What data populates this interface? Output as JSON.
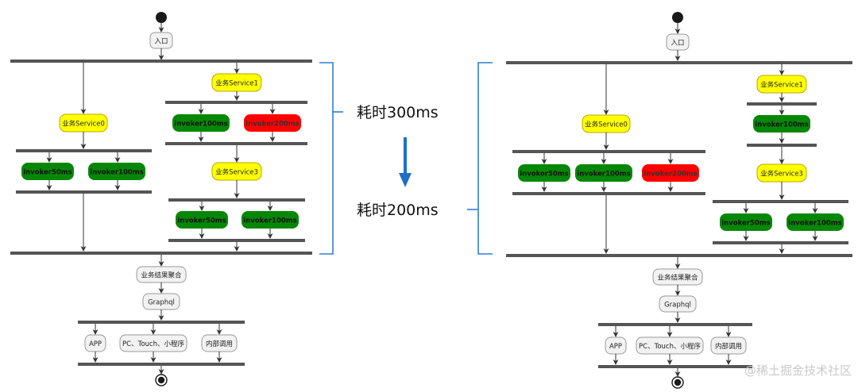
{
  "colors": {
    "start_node": "#1a1a1a",
    "gray_node_fill": "#f2f2f2",
    "gray_node_stroke": "#9a9a9a",
    "yellow_node_fill": "#ffff00",
    "yellow_node_stroke": "#b8a800",
    "green_node_fill": "#078707",
    "red_node_fill": "#ff0000",
    "fork_bar": "#555555",
    "bracket": "#2f7fd0",
    "arrow": "#1f6fc8"
  },
  "left": {
    "entry": "入口",
    "service0": "业务Service0",
    "service1": "业务Service1",
    "service3": "业务Service3",
    "s0_invoker_a": "invoker50ms",
    "s0_invoker_b": "invoker100ms",
    "s1_invoker_a": "invoker100ms",
    "s1_invoker_b": "invoker200ms",
    "s3_invoker_a": "invoker50ms",
    "s3_invoker_b": "invoker100ms",
    "aggregate": "业务结果聚合",
    "graphql": "Graphql",
    "client_app": "APP",
    "client_pc": "PC、Touch、小程序",
    "client_internal": "内部调用"
  },
  "right": {
    "entry": "入口",
    "service0": "业务Service0",
    "service1": "业务Service1",
    "service3": "业务Service3",
    "s0_invoker_a": "invoker50ms",
    "s0_invoker_b": "invoker100ms",
    "s0_invoker_c": "invoker200ms",
    "s1_invoker_a": "invoker100ms",
    "s3_invoker_a": "invoker50ms",
    "s3_invoker_b": "invoker100ms",
    "aggregate": "业务结果聚合",
    "graphql": "Graphql",
    "client_app": "APP",
    "client_pc": "PC、Touch、小程序",
    "client_internal": "内部调用"
  },
  "annotations": {
    "before": "耗时300ms",
    "after": "耗时200ms"
  },
  "watermark": "@稀土掘金技术社区"
}
